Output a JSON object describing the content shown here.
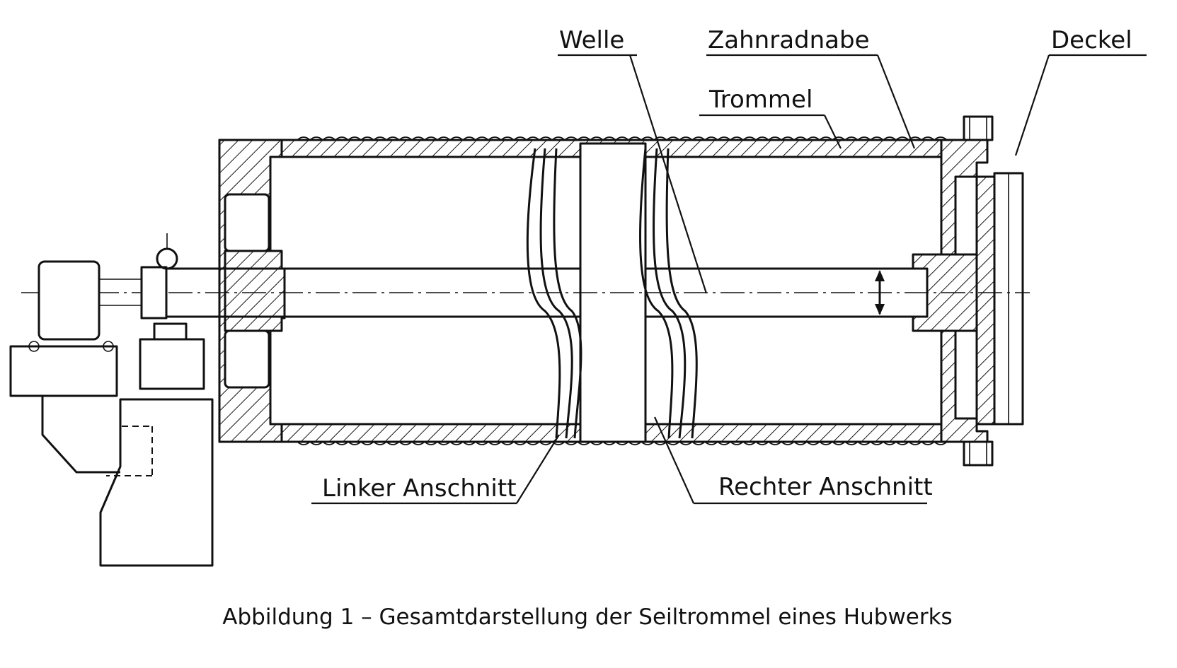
{
  "labels": {
    "welle": "Welle",
    "zahnradnabe": "Zahnradnabe",
    "deckel": "Deckel",
    "trommel": "Trommel",
    "linker_anschnitt": "Linker Anschnitt",
    "rechter_anschnitt": "Rechter Anschnitt"
  },
  "caption": "Abbildung 1 – Gesamtdarstellung der Seiltrommel eines Hubwerks"
}
